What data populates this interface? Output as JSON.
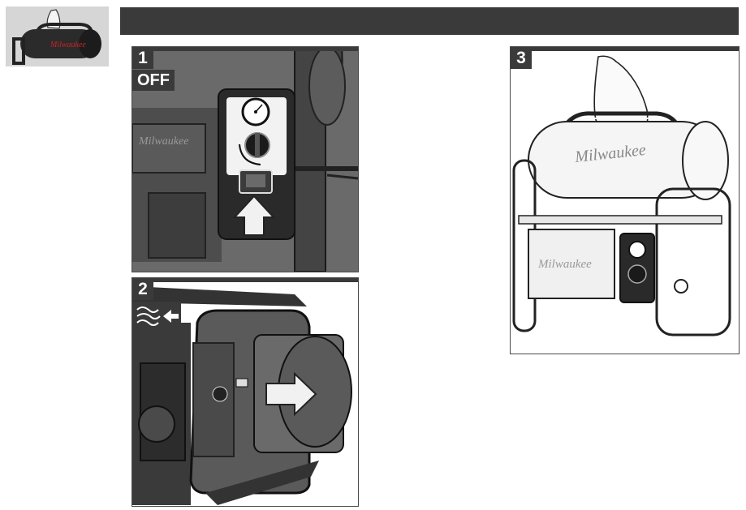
{
  "header": {
    "title": ""
  },
  "steps": [
    {
      "number": "1",
      "label": "OFF",
      "icons": [
        "compressor-control-panel-icon",
        "push-arrow-icon",
        "power-switch-icon"
      ]
    },
    {
      "number": "2",
      "icons": [
        "air-blow-icon",
        "drain-arrow-icon",
        "drain-valve-icon"
      ]
    },
    {
      "number": "3",
      "icons": [
        "hand-icon",
        "carry-handle-icon",
        "compressor-icon"
      ]
    }
  ],
  "colors": {
    "header": "#3a3a3a",
    "badge": "#3a3a3a",
    "line_art": "#1a1a1a"
  }
}
